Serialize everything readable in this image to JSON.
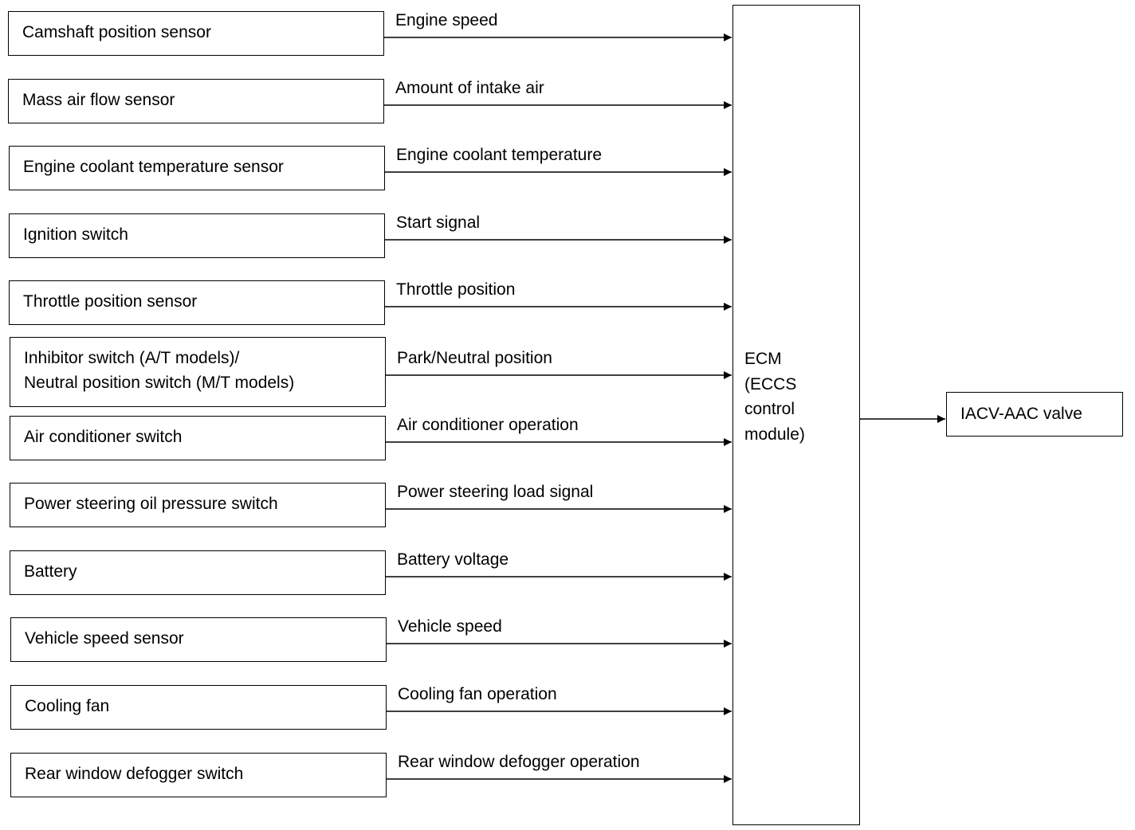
{
  "inputs": [
    {
      "sensor": "Camshaft position sensor",
      "signal": "Engine speed"
    },
    {
      "sensor": "Mass air flow sensor",
      "signal": "Amount of intake air"
    },
    {
      "sensor": "Engine coolant temperature sensor",
      "signal": "Engine coolant temperature"
    },
    {
      "sensor": "Ignition switch",
      "signal": "Start signal"
    },
    {
      "sensor": "Throttle position sensor",
      "signal": "Throttle position"
    },
    {
      "sensor": "Inhibitor switch (A/T models)/\nNeutral position switch (M/T models)",
      "signal": "Park/Neutral position"
    },
    {
      "sensor": "Air conditioner switch",
      "signal": "Air conditioner operation"
    },
    {
      "sensor": "Power steering oil pressure switch",
      "signal": "Power steering load signal"
    },
    {
      "sensor": "Battery",
      "signal": "Battery voltage"
    },
    {
      "sensor": "Vehicle speed sensor",
      "signal": "Vehicle speed"
    },
    {
      "sensor": "Cooling fan",
      "signal": "Cooling fan operation"
    },
    {
      "sensor": "Rear window defogger switch",
      "signal": "Rear window defogger operation"
    }
  ],
  "ecm": {
    "lines": [
      "ECM",
      "(ECCS",
      "control",
      "module)"
    ]
  },
  "output": {
    "label": "IACV-AAC valve"
  },
  "colors": {
    "line": "#000000",
    "background": "#ffffff"
  }
}
